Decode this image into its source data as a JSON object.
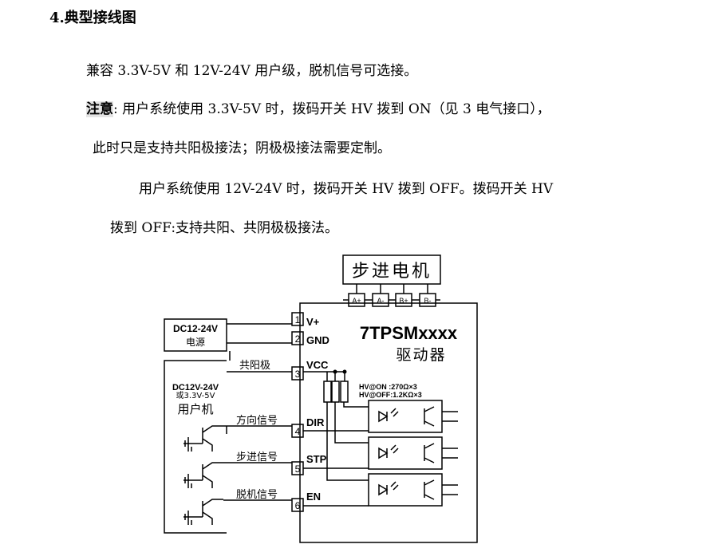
{
  "heading": "4.典型接线图",
  "paragraphs": {
    "p1": "兼容 3.3V-5V 和 12V-24V 用户级，脱机信号可选接。",
    "p2_label": "注意",
    "p2_rest": ": 用户系统使用 3.3V-5V 时，拨码开关 HV 拨到 ON（见 3 电气接口），",
    "p3": "此时只是支持共阳极接法；阴极极接法需要定制。",
    "p4": "用户系统使用 12V-24V 时，拨码开关 HV 拨到 OFF。拨码开关 HV",
    "p5": "拨到 OFF:支持共阳、共阴极极接法。"
  },
  "diagram": {
    "motor_label": "步进电机",
    "motor_terminals": [
      "A+",
      "A-",
      "B+",
      "B-"
    ],
    "supply_label": "DC12-24V",
    "supply_sub": "电源",
    "driver_model": "7TPSMxxxx",
    "driver_name": "驱动器",
    "terminal_numbers": [
      "1",
      "2",
      "3",
      "4",
      "5",
      "6"
    ],
    "terminal_names": [
      "V+",
      "GND",
      "VCC",
      "DIR",
      "STP",
      "EN"
    ],
    "host_voltage": "DC12V-24V",
    "host_voltage_alt": "或3.3V-5V",
    "host_label": "用户机",
    "common_anode": "共阳极",
    "signals": [
      "方向信号",
      "步进信号",
      "脱机信号"
    ],
    "hv_on": "HV@ON  :270Ω×3",
    "hv_off": "HV@OFF:1.2KΩ×3"
  }
}
